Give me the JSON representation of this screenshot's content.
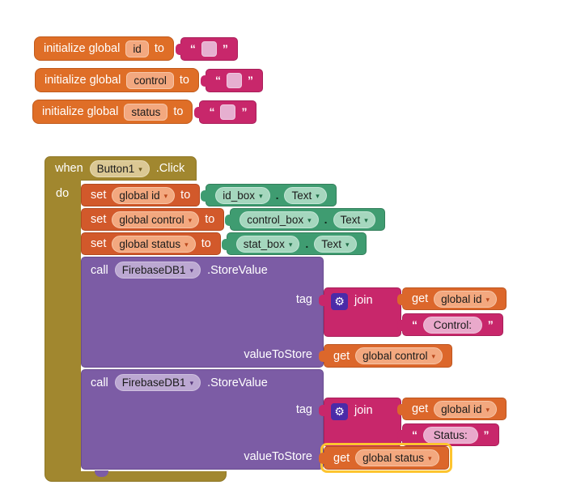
{
  "labels": {
    "initialize": "initialize global",
    "to": "to",
    "when": "when",
    "do": "do",
    "set": "set",
    "call": "call",
    "get": "get",
    "join": "join",
    "tag": "tag",
    "valueToStore": "valueToStore",
    "open_quote": "“",
    "close_quote": "”",
    "dot": ".",
    "dropdown_arrow": "▾",
    "gear_icon": "⚙"
  },
  "colors": {
    "event_block": "#A1872F",
    "variable_init_block": "#DF6E27",
    "variable_set_block": "#D2592B",
    "variable_get_block": "#DC672B",
    "text_block": "#C8276B",
    "component_getter_block": "#3F9C71",
    "component_method_block": "#7C5CA5",
    "mutator_button": "#4A2BA8",
    "selection_highlight": "#FDC42F",
    "workspace_background": "#FFFFFF"
  },
  "globals": [
    {
      "name": "id",
      "value": ""
    },
    {
      "name": "control",
      "value": ""
    },
    {
      "name": "status",
      "value": ""
    }
  ],
  "event": {
    "component": "Button1",
    "event_name": ".Click"
  },
  "sets": [
    {
      "variable": "global id",
      "component": "id_box",
      "property": "Text"
    },
    {
      "variable": "global control",
      "component": "control_box",
      "property": "Text"
    },
    {
      "variable": "global status",
      "component": "stat_box",
      "property": "Text"
    }
  ],
  "calls": [
    {
      "component": "FirebaseDB1",
      "method": ".StoreValue",
      "tag_join": {
        "get_variable": "global id",
        "text_value": " Control: "
      },
      "value_get_variable": "global control",
      "highlighted": false
    },
    {
      "component": "FirebaseDB1",
      "method": ".StoreValue",
      "tag_join": {
        "get_variable": "global id",
        "text_value": " Status: "
      },
      "value_get_variable": "global status",
      "highlighted": true
    }
  ]
}
